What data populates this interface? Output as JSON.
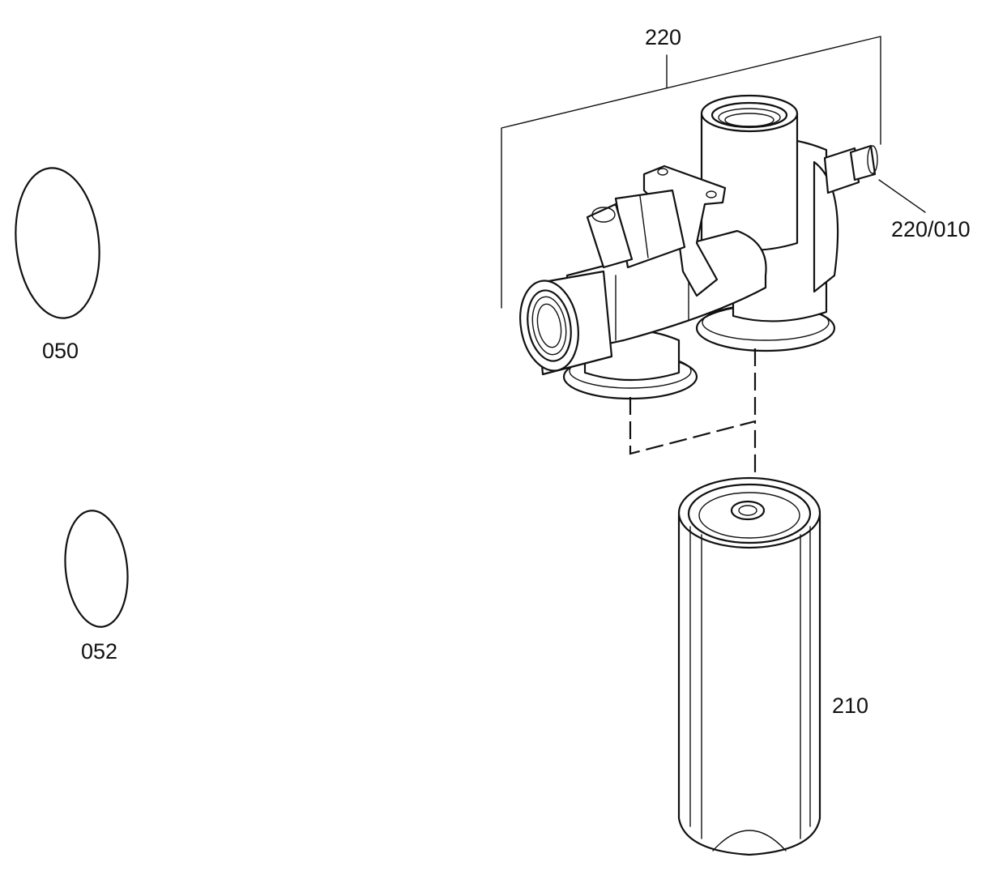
{
  "labels": {
    "p050": "050",
    "p052": "052",
    "p210": "210",
    "p220": "220",
    "p220_010": "220/010"
  },
  "colors": {
    "line": "#111111",
    "background": "#ffffff"
  }
}
